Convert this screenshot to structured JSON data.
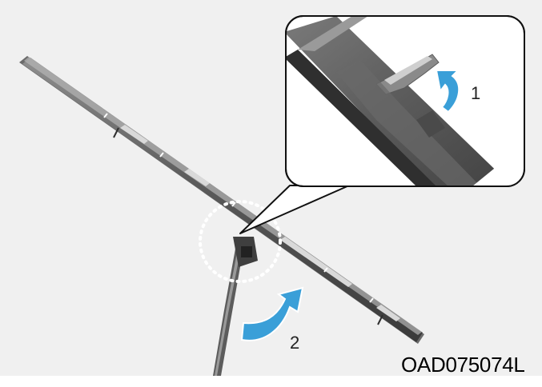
{
  "figure": {
    "code": "OAD075074L",
    "steps": [
      {
        "number": "1",
        "icon": "curved-arrow-up-icon",
        "color": "#3a9fd8"
      },
      {
        "number": "2",
        "icon": "curved-arrow-right-icon",
        "color": "#3a9fd8"
      }
    ],
    "colors": {
      "background": "#f0f0f0",
      "blade": "#4b4b4b",
      "blade_light": "#8a8a8a",
      "arrow": "#3a9fd8"
    }
  }
}
